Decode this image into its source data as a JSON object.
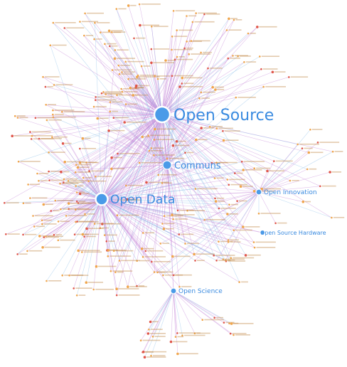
{
  "colors": {
    "background": "#ffffff",
    "hub_fill": "#4a9be8",
    "hub_stroke": "#ffffff",
    "hub_label": "#3a8be0",
    "edge_purple": "#c78ad8",
    "edge_blue": "#8fc1ea",
    "leaf_orange": "#f0a64c",
    "leaf_red": "#e0564a",
    "leaf_label": "#c08a4a"
  },
  "hubs": [
    {
      "id": "open_source",
      "label": "Open Source"
    },
    {
      "id": "open_data",
      "label": "Open Data"
    },
    {
      "id": "communs",
      "label": "Communs"
    },
    {
      "id": "open_innovation",
      "label": "Open Innovation"
    },
    {
      "id": "open_science",
      "label": "Open Science"
    },
    {
      "id": "open_source_hardware",
      "label": "Open Source Hardware"
    }
  ]
}
